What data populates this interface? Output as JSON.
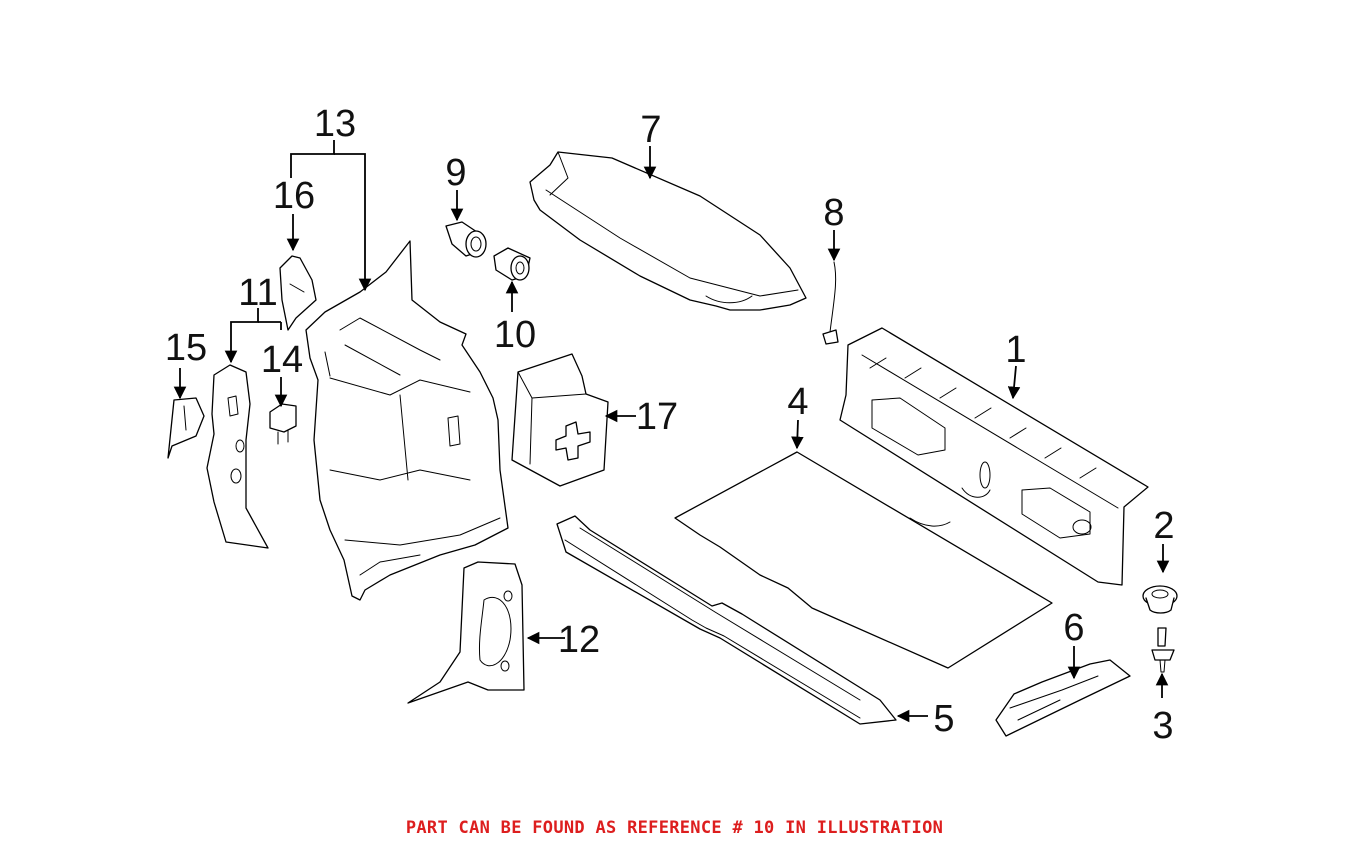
{
  "callouts": {
    "c1": "1",
    "c2": "2",
    "c3": "3",
    "c4": "4",
    "c5": "5",
    "c6": "6",
    "c7": "7",
    "c8": "8",
    "c9": "9",
    "c10": "10",
    "c11": "11",
    "c12": "12",
    "c13": "13",
    "c14": "14",
    "c15": "15",
    "c16": "16",
    "c17": "17"
  },
  "footer_note": "PART CAN BE FOUND AS REFERENCE # 10 IN ILLUSTRATION",
  "colors": {
    "line": "#000000",
    "note": "#dd1e1e",
    "background": "#ffffff"
  }
}
